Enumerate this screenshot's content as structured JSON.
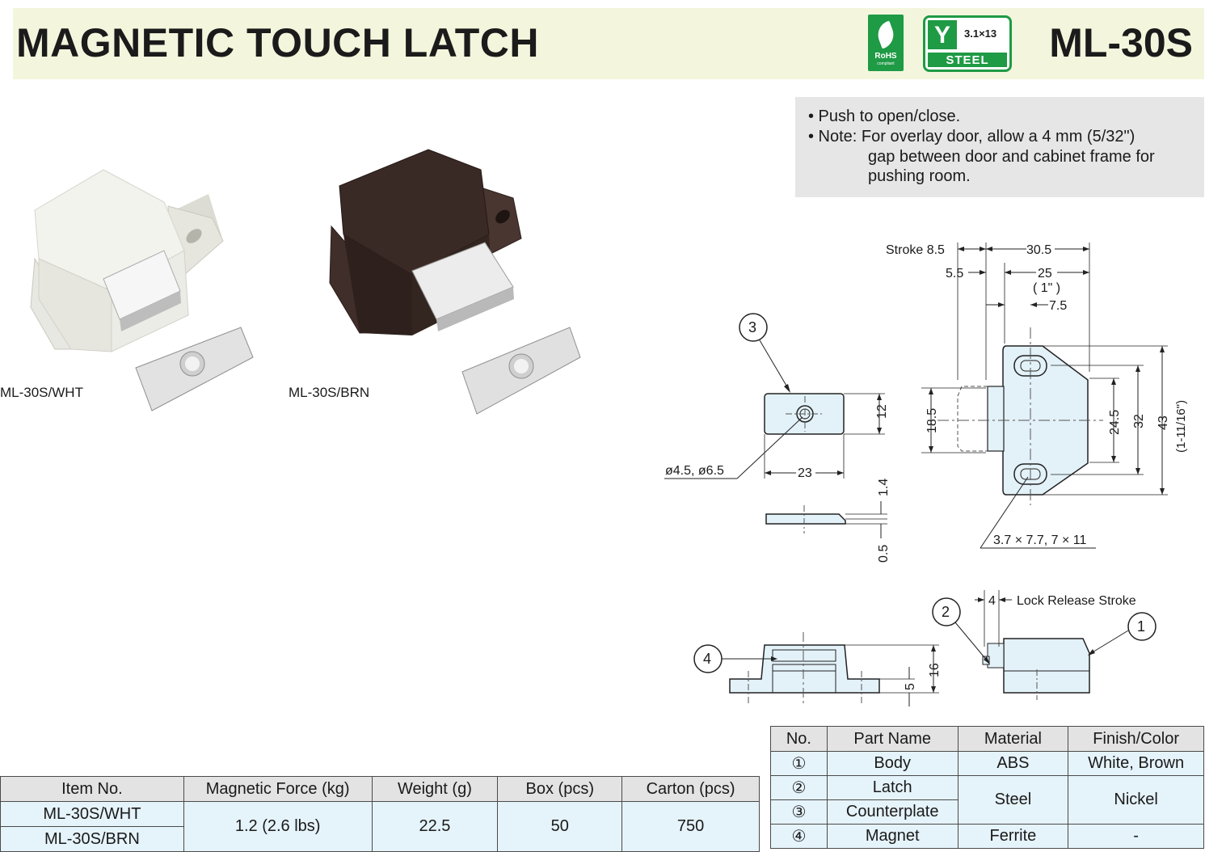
{
  "header": {
    "title": "MAGNETIC TOUCH LATCH",
    "model": "ML-30S",
    "rohs_badge": {
      "label": "RoHS",
      "sub": "compliant"
    },
    "steel_badge": {
      "icon": "Y",
      "size": "3.1×13",
      "label": "STEEL"
    },
    "colors": {
      "header_bg": "#f3f6dc",
      "badge_green": "#1f9a45"
    }
  },
  "notes": {
    "line1": "• Push to open/close.",
    "line2": "• Note: For overlay door, allow a 4 mm (5/32\")",
    "line3": "gap between door and cabinet frame for",
    "line4": "pushing room."
  },
  "products": [
    {
      "label": "ML-30S/WHT",
      "color": "#f4f4ef"
    },
    {
      "label": "ML-30S/BRN",
      "color": "#3b2a24"
    }
  ],
  "drawing": {
    "stroke": "Stroke 8.5",
    "d30_5": "30.5",
    "d5_5": "5.5",
    "d25": "25",
    "d1in": "( 1\" )",
    "d7_5": "7.5",
    "d18_5": "18.5",
    "d24_5": "24.5",
    "d32": "32",
    "d43": "43",
    "d43in": "(1-11/16\")",
    "d12": "12",
    "d23": "23",
    "hole": "ø4.5, ø6.5",
    "d1_4": "1.4",
    "d0_5": "0.5",
    "slot": "3.7 × 7.7, 7 × 11",
    "lock_num": "4",
    "lock_release": "Lock Release Stroke",
    "d16": "16",
    "d5": "5",
    "c1": "1",
    "c2": "2",
    "c3": "3",
    "c4": "4"
  },
  "spec_table": {
    "headers": [
      "Item No.",
      "Magnetic Force (kg)",
      "Weight (g)",
      "Box (pcs)",
      "Carton (pcs)"
    ],
    "items": [
      "ML-30S/WHT",
      "ML-30S/BRN"
    ],
    "force": "1.2 (2.6 lbs)",
    "weight": "22.5",
    "box": "50",
    "carton": "750"
  },
  "parts_table": {
    "headers": [
      "No.",
      "Part Name",
      "Material",
      "Finish/Color"
    ],
    "rows": [
      {
        "no": "①",
        "name": "Body",
        "material": "ABS",
        "finish": "White, Brown"
      },
      {
        "no": "②",
        "name": "Latch",
        "material": "Steel",
        "finish": "Nickel"
      },
      {
        "no": "③",
        "name": "Counterplate",
        "material": "",
        "finish": ""
      },
      {
        "no": "④",
        "name": "Magnet",
        "material": "Ferrite",
        "finish": "-"
      }
    ]
  }
}
